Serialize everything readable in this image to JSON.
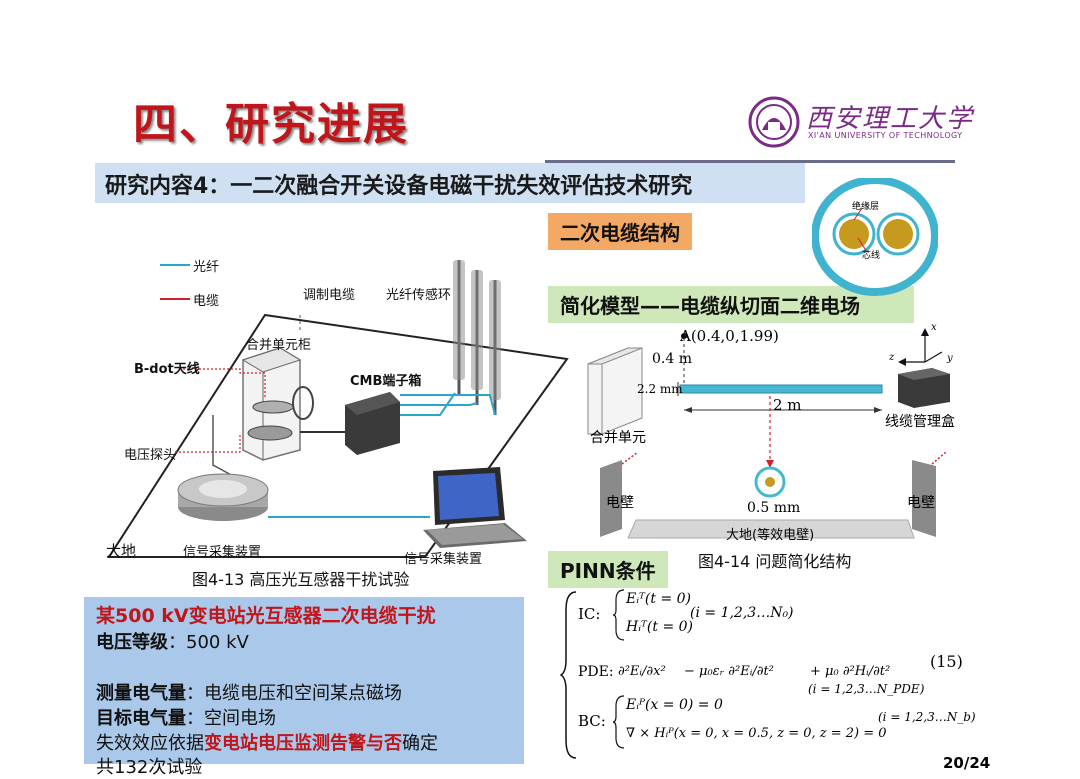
{
  "header": {
    "title": "四、研究进展",
    "university_cn": "西安理工大学",
    "university_en": "XI'AN UNIVERSITY OF TECHNOLOGY"
  },
  "subtitle": "研究内容4：一二次融合开关设备电磁干扰失效评估技术研究",
  "left_figure": {
    "legend_fiber": "光纤",
    "legend_cable": "电缆",
    "label_modulation_cable": "调制电缆",
    "label_sensor_ring": "光纤传感环",
    "label_merge_cabinet": "合并单元柜",
    "label_bdot": "B-dot天线",
    "label_cmb": "CMB端子箱",
    "label_voltage_probe": "电压探头",
    "label_ground": "大地",
    "label_daq1": "信号采集装置",
    "label_daq2": "信号采集装置",
    "caption": "图4-13 高压光互感器干扰试验"
  },
  "right_figure": {
    "tag_cable_structure": "二次电缆结构",
    "cable_insulation": "绝缘层",
    "cable_core": "芯线",
    "tag_simplified": "简化模型——电缆纵切面二维电场",
    "point_a": "A(0.4,0,1.99)",
    "dim_04": "0.4 m",
    "dim_22": "2.2 mm",
    "dim_2m": "2 m",
    "dim_05": "0.5 mm",
    "label_merge_unit": "合并单元",
    "label_cable_box": "线缆管理盒",
    "label_wall_left": "电壁",
    "label_wall_right": "电壁",
    "label_ground": "大地(等效电壁)",
    "axis_x": "x",
    "axis_y": "y",
    "axis_z": "z",
    "caption": "图4-14 问题简化结构"
  },
  "pinn": {
    "tag": "PINN条件",
    "ic_label": "IC:",
    "ic_e": "Eᵢᵀ(t = 0)",
    "ic_h": "Hᵢᵀ(t = 0)",
    "ic_range": "(i = 1,2,3…N₀)",
    "pde_label": "PDE:",
    "pde_term1": "∂²Eᵢ/∂x²",
    "pde_term2": "− μ₀εᵣ ∂²Eᵢ/∂t²",
    "pde_term3": "+ μ₀ ∂²Hᵢ/∂t²",
    "pde_range": "(i = 1,2,3…N_PDE)",
    "eq_number": "(15)",
    "bc_label": "BC:",
    "bc_1": "Eᵢᴾ(x = 0) = 0",
    "bc_2": "∇ × Hᵢᴾ(x = 0, x = 0.5, z = 0, z = 2) = 0",
    "bc_range": "(i = 1,2,3…N_b)"
  },
  "info_box": {
    "title": "某500 kV变电站光互感器二次电缆干扰",
    "voltage_label": "电压等级",
    "voltage_value": "：500 kV",
    "measured_label": "测量电气量",
    "measured_value": "：电缆电压和空间某点磁场",
    "target_label": "目标电气量",
    "target_value": "：空间电场",
    "failure_prefix": "失效效应依据",
    "failure_highlight": "变电站电压监测告警与否",
    "failure_suffix": "确定",
    "tests_partial": "共132次试验"
  },
  "page_number": "20/24",
  "colors": {
    "title_red": "#c0161b",
    "subtitle_band": "#cfe0f2",
    "tag_orange": "#f3a964",
    "tag_green": "#cfe8b9",
    "info_blue": "#aac9ea",
    "fiber_line": "#2ba6c9",
    "cable_line": "#d0202a",
    "logo_purple": "#7b2a86"
  }
}
